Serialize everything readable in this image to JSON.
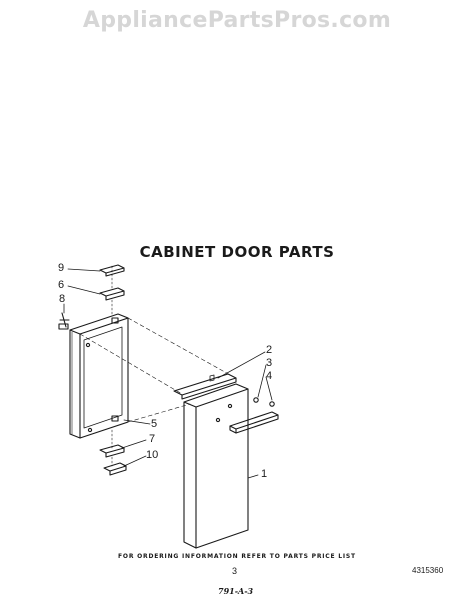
{
  "watermark": "AppliancePartsPros.com",
  "title": "CABINET DOOR PARTS",
  "callouts": [
    {
      "id": "9",
      "label": "9"
    },
    {
      "id": "6",
      "label": "6"
    },
    {
      "id": "8",
      "label": "8"
    },
    {
      "id": "2",
      "label": "2"
    },
    {
      "id": "3",
      "label": "3"
    },
    {
      "id": "4",
      "label": "4"
    },
    {
      "id": "5",
      "label": "5"
    },
    {
      "id": "7",
      "label": "7"
    },
    {
      "id": "10",
      "label": "10"
    },
    {
      "id": "1",
      "label": "1"
    }
  ],
  "footer": {
    "ordering_note": "FOR ORDERING INFORMATION REFER TO PARTS PRICE LIST",
    "page_number": "3",
    "part_code": "4315360",
    "doc_code": "791-A-3"
  }
}
